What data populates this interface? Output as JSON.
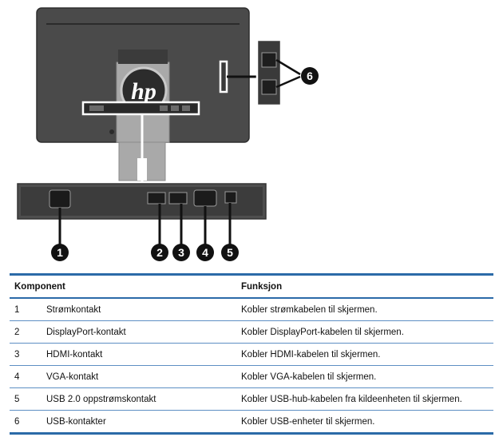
{
  "figure": {
    "brand_logo": "hp",
    "callouts": [
      "1",
      "2",
      "3",
      "4",
      "5",
      "6"
    ]
  },
  "table": {
    "headers": {
      "component": "Komponent",
      "function": "Funksjon"
    },
    "rows": [
      {
        "num": "1",
        "component": "Strømkontakt",
        "function": "Kobler strømkabelen til skjermen."
      },
      {
        "num": "2",
        "component": "DisplayPort-kontakt",
        "function": "Kobler DisplayPort-kabelen til skjermen."
      },
      {
        "num": "3",
        "component": "HDMI-kontakt",
        "function": "Kobler HDMI-kabelen til skjermen."
      },
      {
        "num": "4",
        "component": "VGA-kontakt",
        "function": "Kobler VGA-kabelen til skjermen."
      },
      {
        "num": "5",
        "component": "USB 2.0 oppstrømskontakt",
        "function": "Kobler USB-hub-kabelen fra kildeenheten til skjermen."
      },
      {
        "num": "6",
        "component": "USB-kontakter",
        "function": "Kobler USB-enheter til skjermen."
      }
    ]
  },
  "colors": {
    "rule": "#2b6aa8",
    "row_line": "#5d8fc4",
    "monitor_body": "#4a4a4a",
    "stand": "#a9a9a9"
  }
}
